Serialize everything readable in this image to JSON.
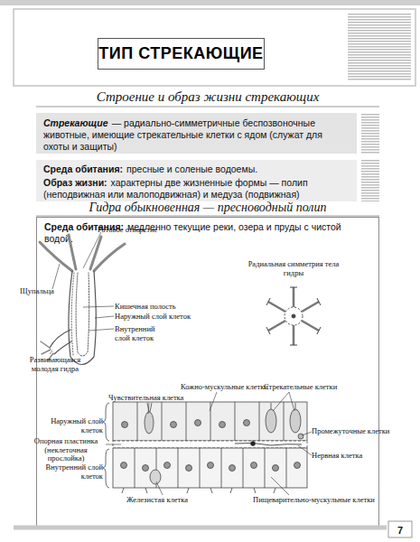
{
  "diagram": {
    "title": "ТИП СТРЕКАЮЩИЕ",
    "nodes": [
      {
        "text": [
          "Стрекающие",
          "— радиально-симметричные беспозвоночные животные, имеющие стрекательные клетки с ядом (служат для охоты и защиты)"
        ]
      },
      {
        "text": [
          "Среда обитания:",
          "пресные и соленые водоемы.",
          "Образ жизни:",
          "характерны две жизненные формы — полип (неподвижная или малоподвижная) и медуза (подвижная)"
        ]
      },
      {
        "text": [
          "Гидра обыкновенная — пресноводный полип",
          "Среда обитания:",
          "медленно текущие реки, озера и пруды с чистой водой."
        ]
      }
    ],
    "labels": [
      "Строение и образ жизни стрекающих",
      "Ротовое отверстие",
      "Щупальца",
      "Кишечная полость",
      "Наружный слой клеток",
      "Внутренний слой клеток",
      "Развивающаяся молодая гидра",
      "Радиальная симметрия тела гидры",
      "Кожно-мускульные клетки",
      "Стрекательные клетки",
      "Чувствительная клетка",
      "Наружный слой клеток",
      "Промежуточные клетки",
      "Опорная пластинка (неклеточная прослойка)",
      "Нервная клетка",
      "Внутренний слой клеток",
      "Железистая клетка",
      "Пищеварительно-мускульные клетки",
      "7"
    ]
  }
}
